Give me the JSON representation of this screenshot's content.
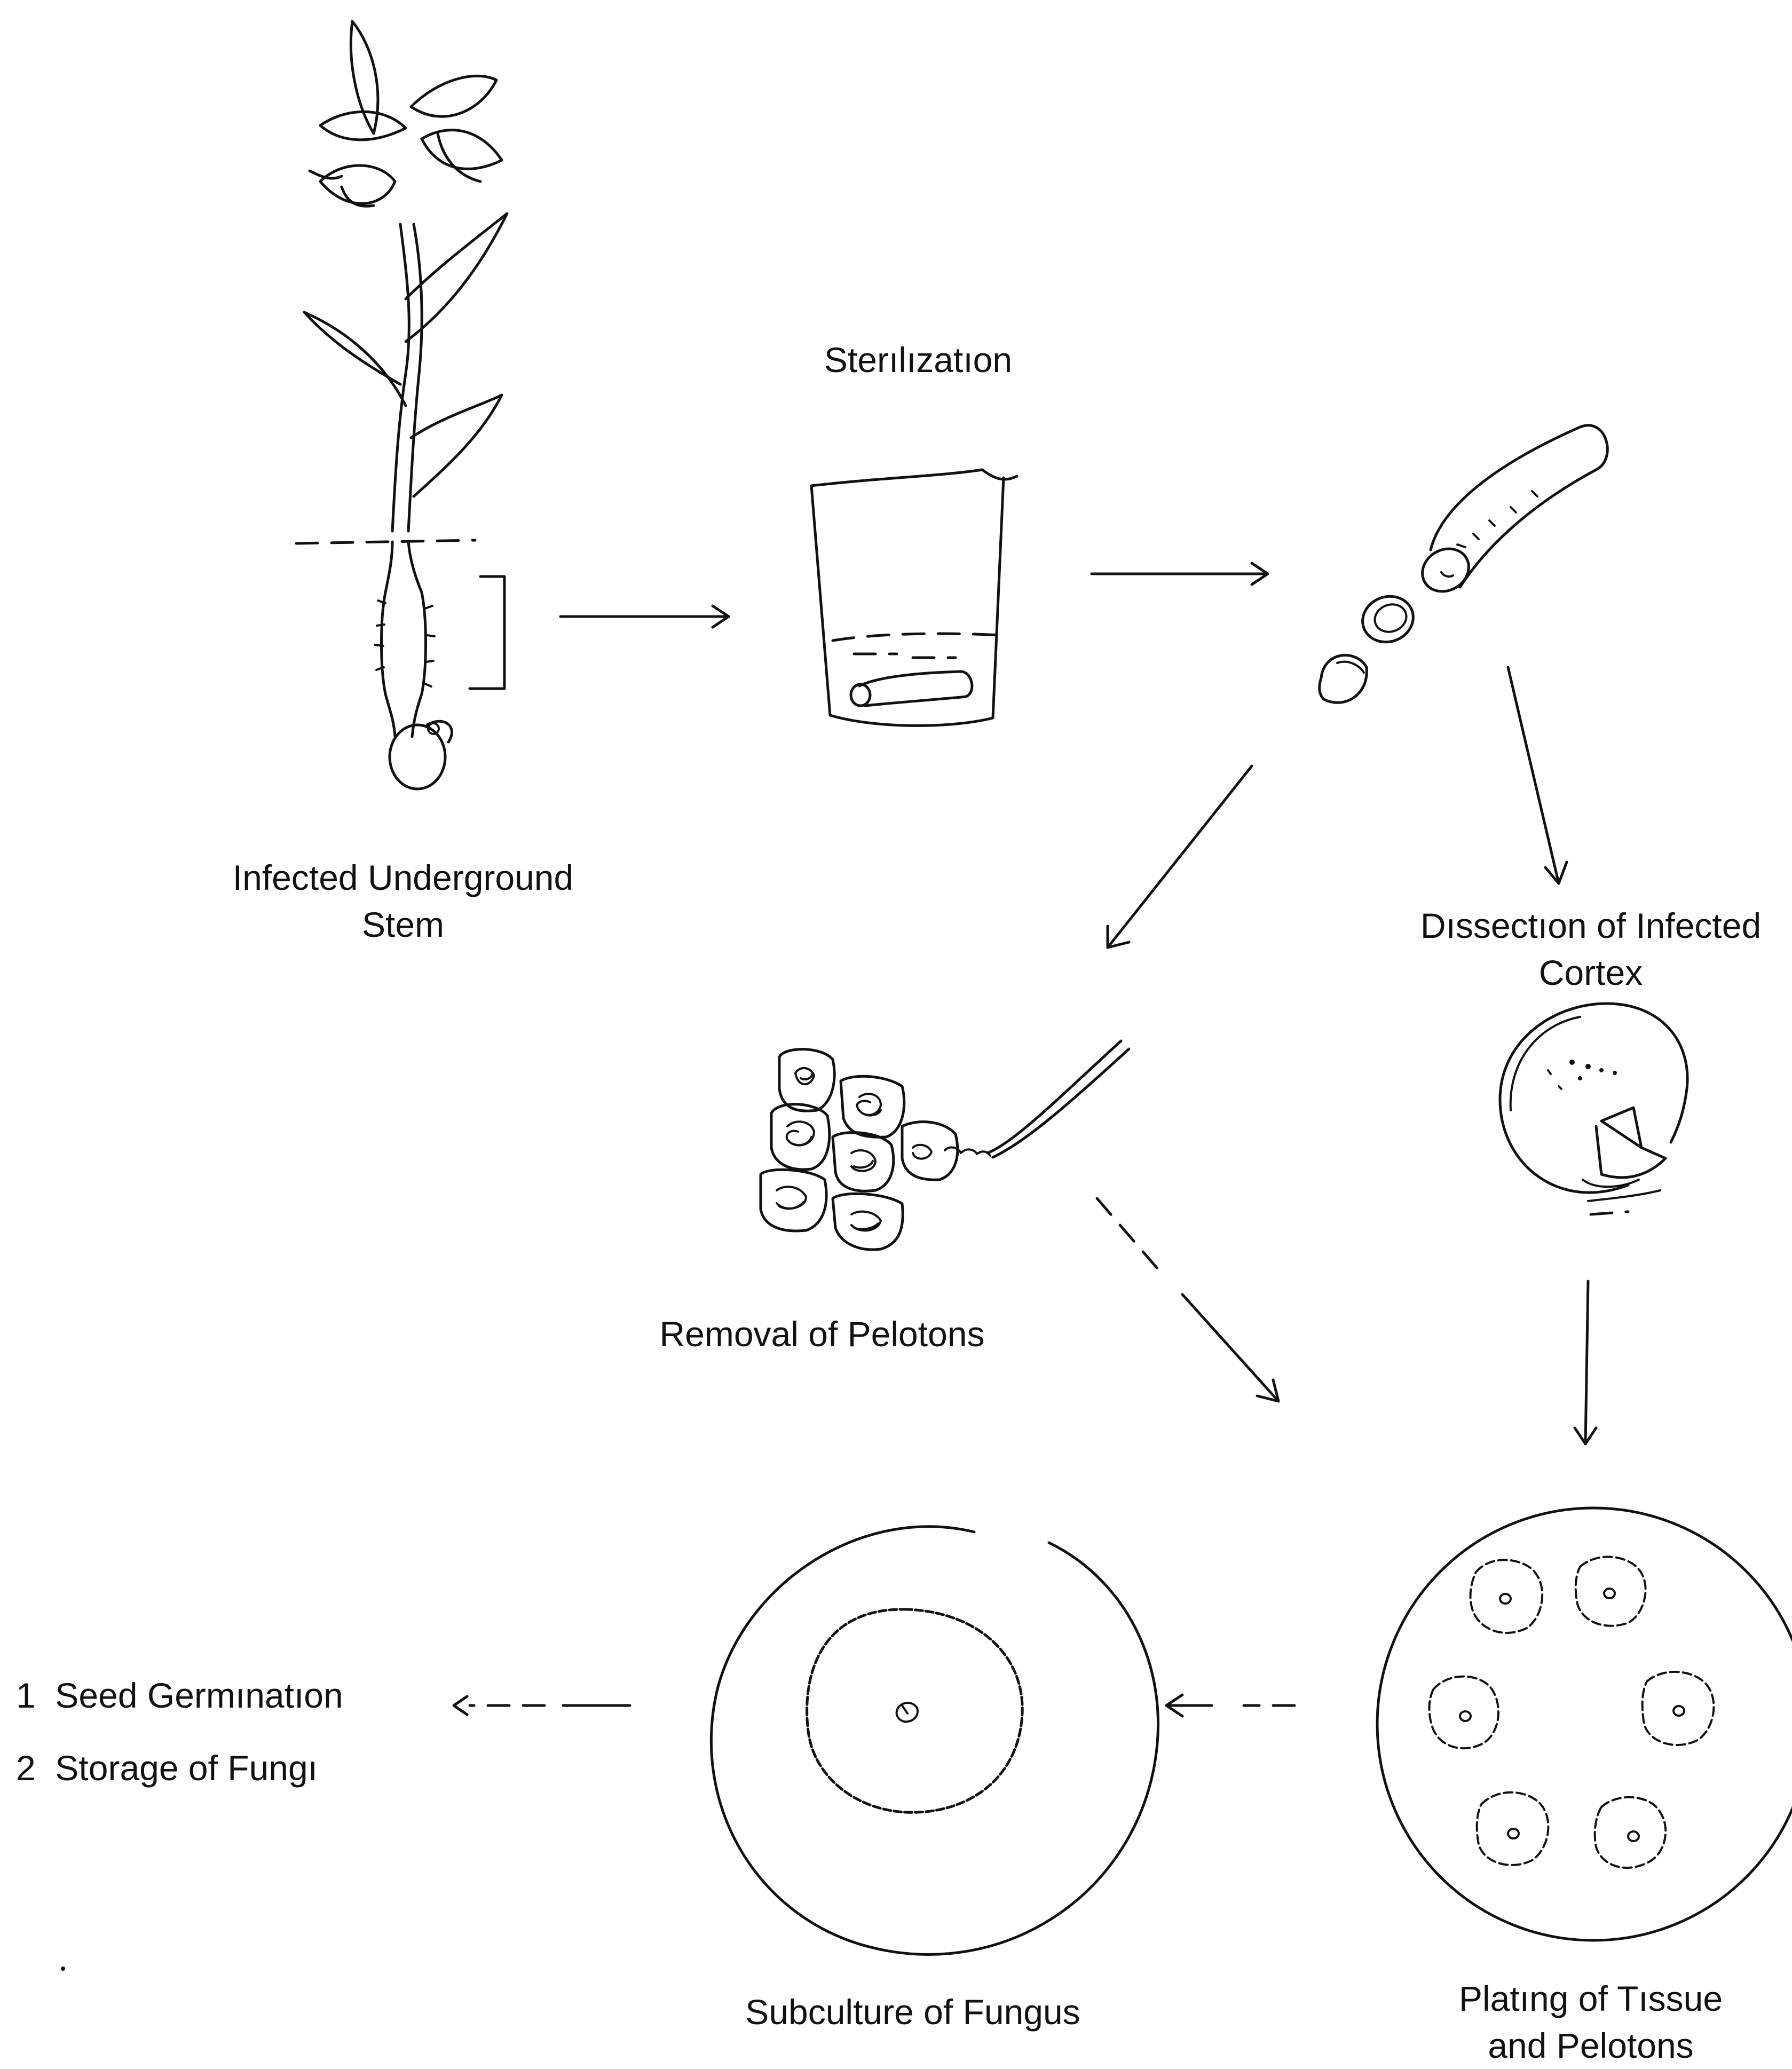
{
  "steps": {
    "plant": {
      "label_line1": "Infected Underground",
      "label_line2": "Stem"
    },
    "sterilization": {
      "label": "Sterılızatıon"
    },
    "dissection": {
      "label_line1": "Dıssectıon of Infected",
      "label_line2": "Cortex"
    },
    "pelotons": {
      "label": "Removal of Pelotons"
    },
    "plating": {
      "label_line1": "Platıng of Tıssue",
      "label_line2": "and Pelotons"
    },
    "subculture": {
      "label": "Subculture of Fungus"
    }
  },
  "outcomes": [
    {
      "number": "1",
      "text": "Seed Germınatıon"
    },
    {
      "number": "2",
      "text": "Storage of Fungı"
    }
  ],
  "icons": {
    "plant": "orchid-plant-icon",
    "beaker": "beaker-icon",
    "stem_slices": "stem-slices-icon",
    "peloton_cells": "peloton-cells-icon",
    "cortex_section": "cortex-section-icon",
    "plating_dish": "petri-dish-plating-icon",
    "subculture_dish": "petri-dish-subculture-icon"
  }
}
